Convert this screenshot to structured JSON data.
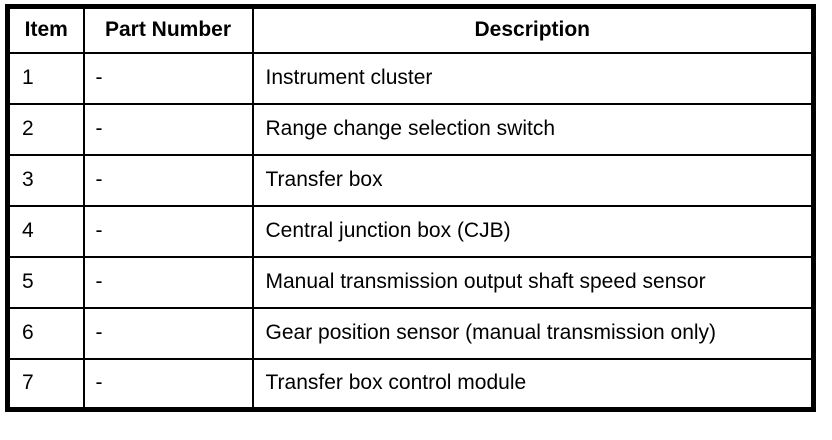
{
  "colors": {
    "border": "#000000",
    "text": "#000000",
    "background": "#ffffff"
  },
  "table": {
    "headers": [
      "Item",
      "Part Number",
      "Description"
    ],
    "rows": [
      [
        "1",
        "-",
        "Instrument cluster"
      ],
      [
        "2",
        "-",
        "Range change selection switch"
      ],
      [
        "3",
        "-",
        "Transfer box"
      ],
      [
        "4",
        "-",
        "Central junction box (CJB)"
      ],
      [
        "5",
        "-",
        "Manual transmission output shaft speed sensor"
      ],
      [
        "6",
        "-",
        "Gear position sensor (manual transmission only)"
      ],
      [
        "7",
        "-",
        "Transfer box control module"
      ]
    ]
  }
}
